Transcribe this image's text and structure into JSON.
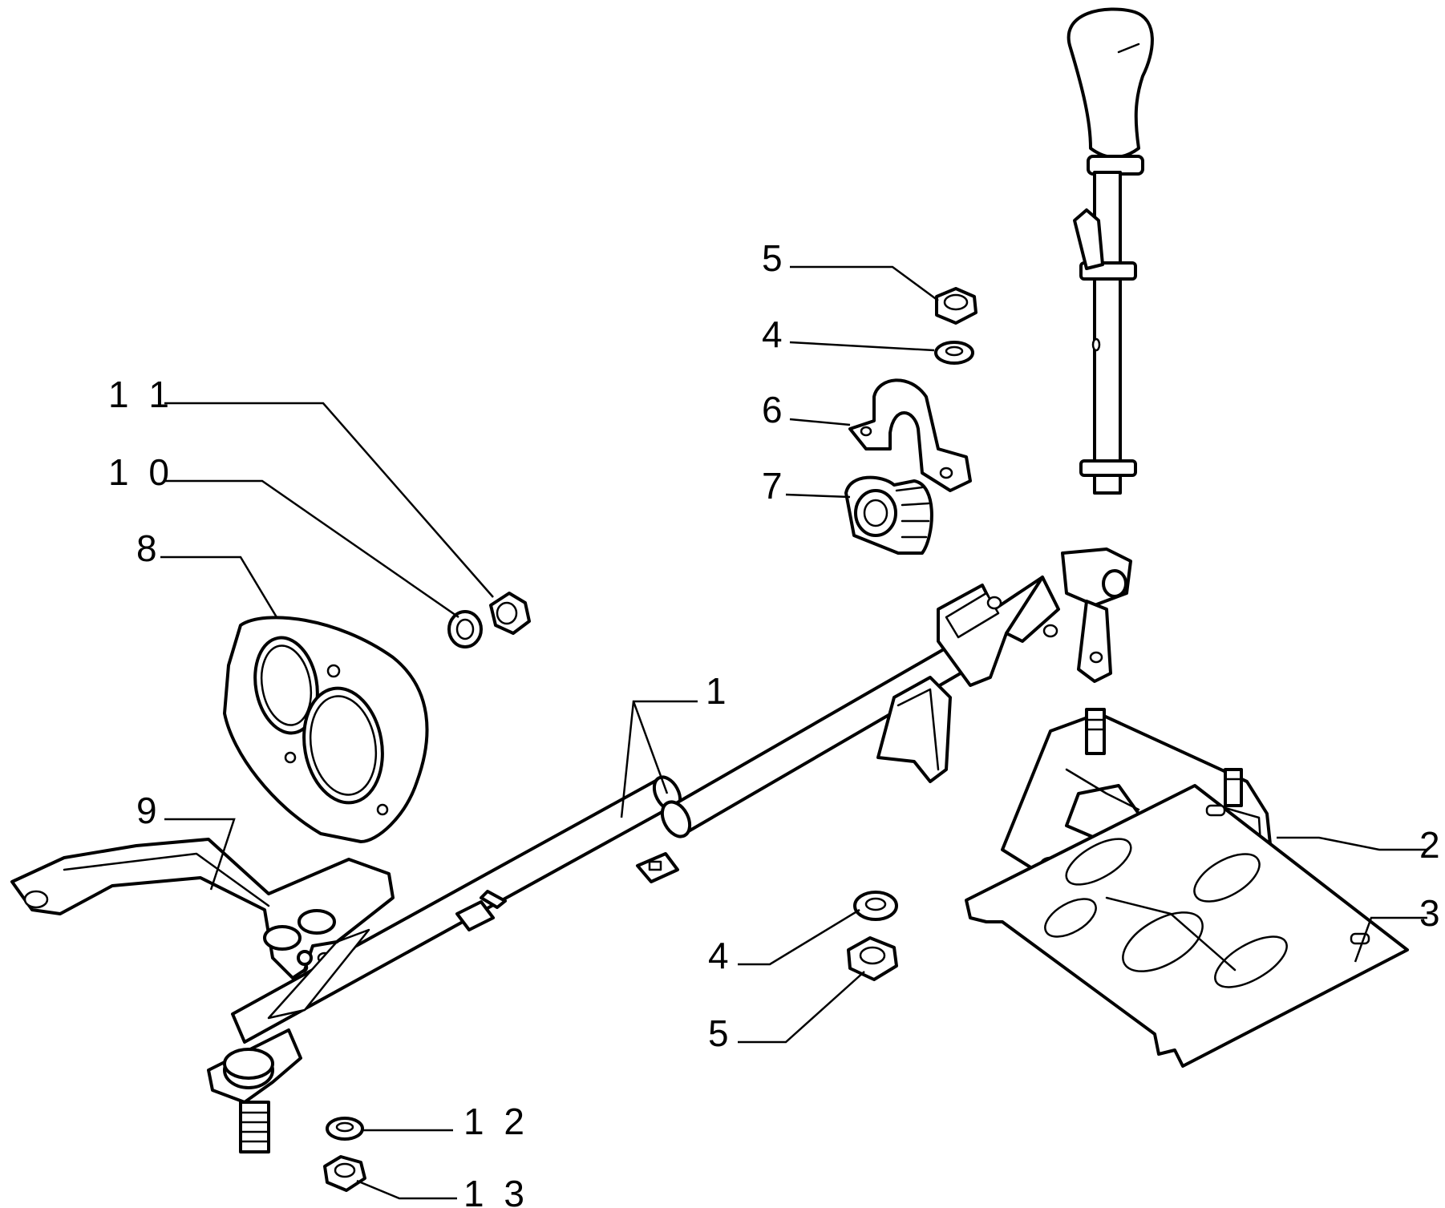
{
  "callouts": [
    {
      "id": "c1",
      "text": "1"
    },
    {
      "id": "c2",
      "text": "2"
    },
    {
      "id": "c3",
      "text": "3"
    },
    {
      "id": "c4a",
      "text": "4"
    },
    {
      "id": "c4b",
      "text": "4"
    },
    {
      "id": "c5a",
      "text": "5"
    },
    {
      "id": "c5b",
      "text": "5"
    },
    {
      "id": "c6",
      "text": "6"
    },
    {
      "id": "c7",
      "text": "7"
    },
    {
      "id": "c8",
      "text": "8"
    },
    {
      "id": "c9",
      "text": "9"
    },
    {
      "id": "c10",
      "text": "1 0"
    },
    {
      "id": "c11",
      "text": "1 1"
    },
    {
      "id": "c12",
      "text": "1 2"
    },
    {
      "id": "c13",
      "text": "1 3"
    }
  ]
}
